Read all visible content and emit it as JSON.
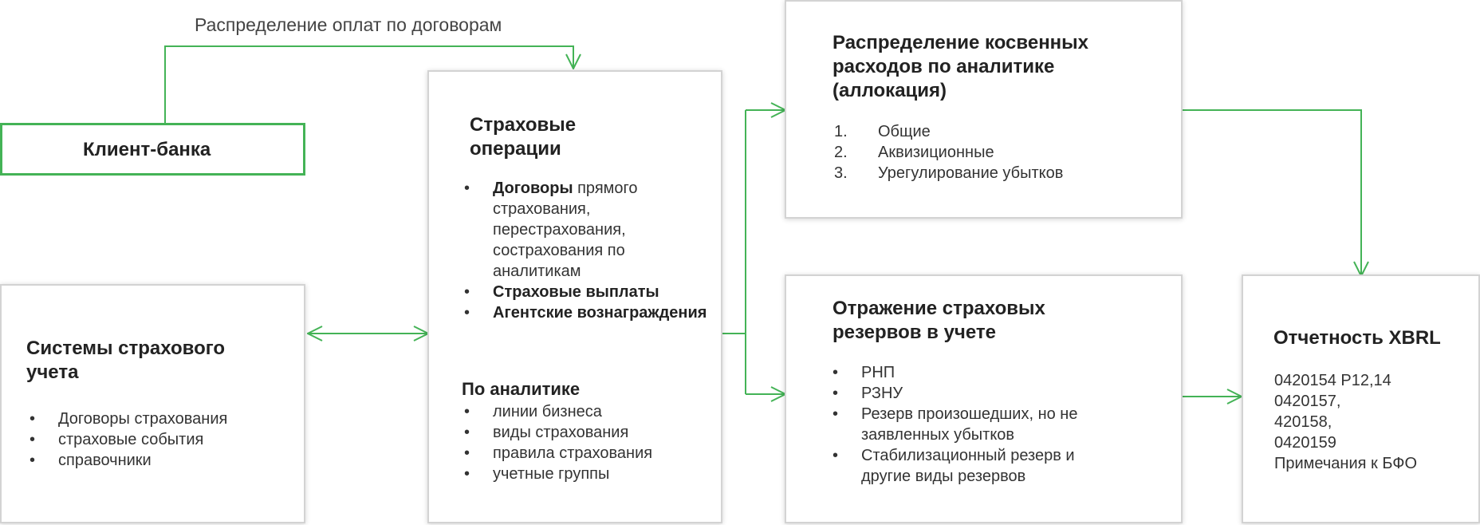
{
  "connectors": {
    "top_label": "Распределение оплат по договорам"
  },
  "client_bank": {
    "title": "Клиент-банка"
  },
  "insurance_systems": {
    "title": "Системы страхового учета",
    "items": [
      "Договоры страхования",
      "страховые события",
      "справочники"
    ]
  },
  "insurance_ops": {
    "title": "Страховые операции",
    "items": [
      {
        "bold": "Договоры",
        "rest": " прямого страхования, перестрахования, сострахования по аналитикам"
      },
      {
        "bold": "Страховые выплаты",
        "rest": ""
      },
      {
        "bold": "Агентские вознаграждения",
        "rest": ""
      }
    ],
    "subheading": "По аналитике",
    "sub_items": [
      "линии бизнеса",
      "виды страхования",
      "правила страхования",
      "учетные группы"
    ]
  },
  "allocation": {
    "title": "Распределение косвенных расходов по аналитике (аллокация)",
    "items": [
      {
        "num": "1.",
        "text": "Общие"
      },
      {
        "num": "2.",
        "text": "Аквизиционные"
      },
      {
        "num": "3.",
        "text": "Урегулирование убытков"
      }
    ]
  },
  "reserves": {
    "title": "Отражение страховых резервов в учете",
    "items": [
      "РНП",
      "РЗНУ",
      "Резерв произошедших, но не заявленных убытков",
      "Стабилизационный резерв и другие виды резервов"
    ]
  },
  "xbrl": {
    "title": "Отчетность XBRL",
    "lines": [
      "0420154 Р12,14",
      "0420157,",
      "420158,",
      "0420159",
      "Примечания к БФО"
    ]
  },
  "colors": {
    "accent": "#44b356",
    "box_border": "#d3d3d3"
  }
}
